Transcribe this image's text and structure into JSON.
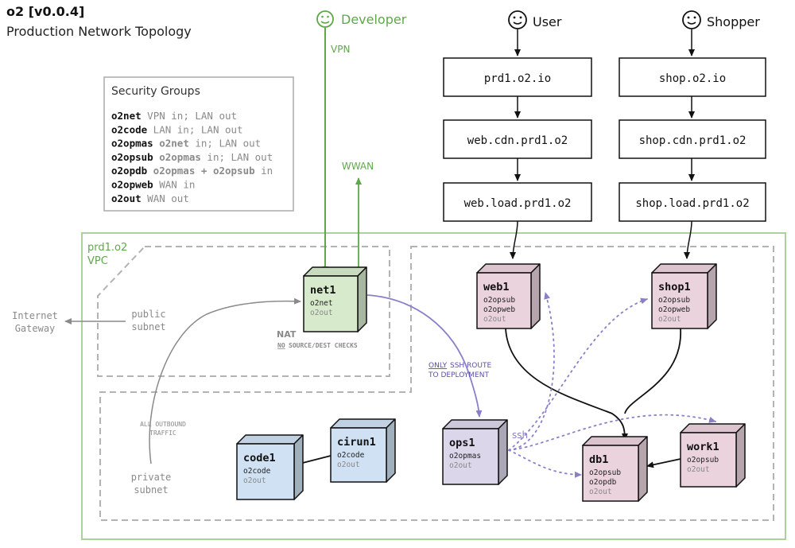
{
  "header": {
    "title": "o2 [v0.0.4]",
    "subtitle": "Production Network Topology"
  },
  "security_groups": {
    "title": "Security Groups",
    "rows": [
      {
        "name": "o2net",
        "parts": [
          {
            "t": "VPN in; LAN out",
            "b": false
          }
        ]
      },
      {
        "name": "o2code",
        "parts": [
          {
            "t": "LAN in; LAN out",
            "b": false
          }
        ]
      },
      {
        "name": "o2opmas",
        "parts": [
          {
            "t": "o2net",
            "b": true
          },
          {
            "t": "in; LAN out",
            "b": false
          }
        ]
      },
      {
        "name": "o2opsub",
        "parts": [
          {
            "t": "o2opmas",
            "b": true
          },
          {
            "t": "in; LAN out",
            "b": false
          }
        ]
      },
      {
        "name": "o2opdb",
        "parts": [
          {
            "t": "o2opmas + o2opsub",
            "b": true
          },
          {
            "t": "in",
            "b": false
          }
        ]
      },
      {
        "name": "o2opweb",
        "parts": [
          {
            "t": "WAN in",
            "b": false
          }
        ]
      },
      {
        "name": "o2out",
        "parts": [
          {
            "t": "WAN out",
            "b": false
          }
        ]
      }
    ]
  },
  "actors": {
    "developer": "Developer",
    "user": "User",
    "shopper": "Shopper"
  },
  "labels": {
    "vpn": "VPN",
    "wwan": "WWAN",
    "vpc_name": "prd1.o2",
    "vpc_type": "VPC",
    "internet_gateway_line1": "Internet",
    "internet_gateway_line2": "Gateway",
    "public_subnet_line1": "public",
    "public_subnet_line2": "subnet",
    "private_subnet_line1": "private",
    "private_subnet_line2": "subnet",
    "nat": "NAT",
    "nat_note_underlined": "NO",
    "nat_note_rest": "SOURCE/DEST CHECKS",
    "outbound_line1": "ALL OUTBOUND",
    "outbound_line2": "TRAFFIC",
    "ssh_route_underlined": "ONLY",
    "ssh_route_rest": "SSH ROUTE",
    "ssh_route_line2": "TO DEPLOYMENT",
    "ssh": "ssh"
  },
  "endpoints": {
    "prd1": "prd1.o2.io",
    "web_cdn": "web.cdn.prd1.o2",
    "web_load": "web.load.prd1.o2",
    "shop": "shop.o2.io",
    "shop_cdn": "shop.cdn.prd1.o2",
    "shop_load": "shop.load.prd1.o2"
  },
  "nodes": {
    "net1": {
      "name": "net1",
      "groups": [
        "o2net"
      ],
      "out": "o2out"
    },
    "web1": {
      "name": "web1",
      "groups": [
        "o2opsub",
        "o2opweb"
      ],
      "out": "o2out"
    },
    "shop1": {
      "name": "shop1",
      "groups": [
        "o2opsub",
        "o2opweb"
      ],
      "out": "o2out"
    },
    "ops1": {
      "name": "ops1",
      "groups": [
        "o2opmas"
      ],
      "out": "o2out"
    },
    "db1": {
      "name": "db1",
      "groups": [
        "o2opsub",
        "o2opdb"
      ],
      "out": "o2out"
    },
    "work1": {
      "name": "work1",
      "groups": [
        "o2opsub"
      ],
      "out": "o2out"
    },
    "code1": {
      "name": "code1",
      "groups": [
        "o2code"
      ],
      "out": "o2out"
    },
    "cirun1": {
      "name": "cirun1",
      "groups": [
        "o2code"
      ],
      "out": "o2out"
    }
  },
  "colors": {
    "green": "#5fa84a",
    "green_box": "#d7ebcc",
    "purple_line": "#8b7fc9",
    "purple_box": "#dcd6ea",
    "pink_box": "#ebd3de",
    "blue_box": "#cfe1f2",
    "gray_text": "#8a8a8a",
    "dashed": "#b3b3b3"
  }
}
